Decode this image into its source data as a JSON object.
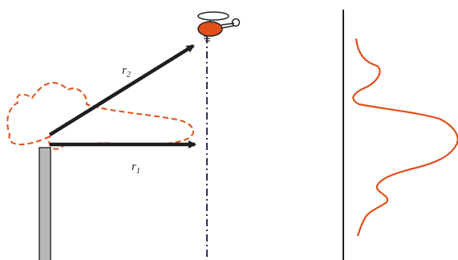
{
  "colors": {
    "pattern": "#e0501a",
    "arrow": "#1e1e1e",
    "mast_fill": "#b8b8b8",
    "mast_stroke": "#333333",
    "axis_line": "#1e1e1e",
    "dashdot_line": "#1a1a4d",
    "helicopter_body": "#e0501a"
  },
  "labels": {
    "r2": {
      "base": "r",
      "sub": "2"
    },
    "r1": {
      "base": "r",
      "sub": "1"
    }
  },
  "icons": {
    "helicopter": "helicopter-icon"
  }
}
